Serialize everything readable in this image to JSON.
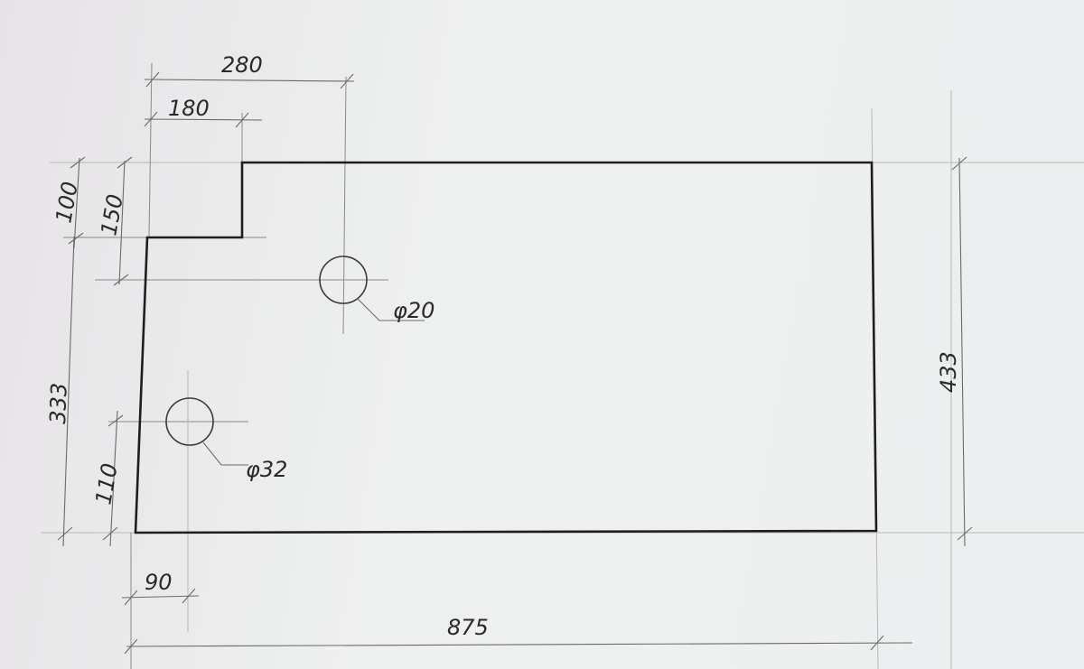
{
  "drawing": {
    "dimensions": {
      "top_280": "280",
      "top_180": "180",
      "left_100": "100",
      "left_150": "150",
      "left_333": "333",
      "left_110": "110",
      "right_433": "433",
      "bottom_875": "875",
      "bottom_90": "90"
    },
    "holes": {
      "small": "φ20",
      "large": "φ32"
    }
  }
}
